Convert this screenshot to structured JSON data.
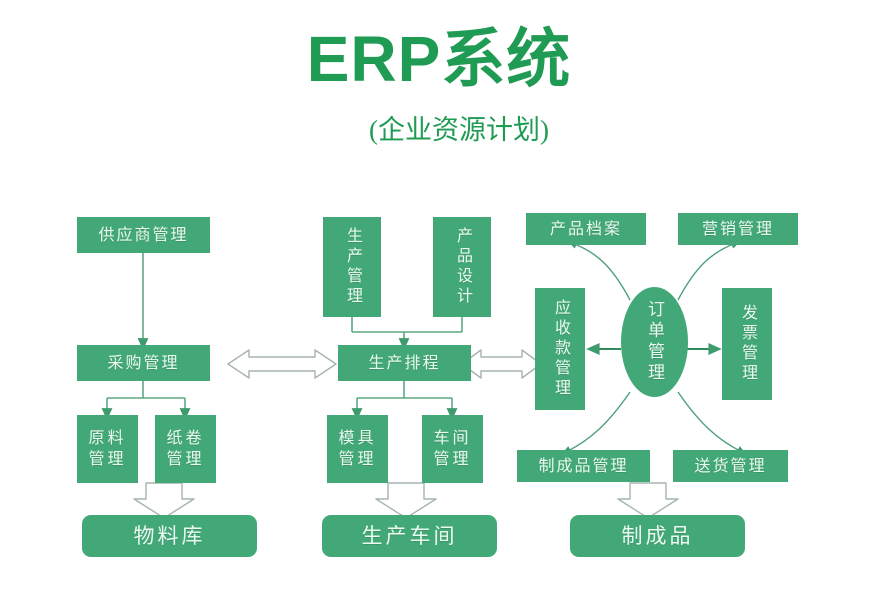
{
  "header": {
    "title": "ERP系统",
    "subtitle": "(企业资源计划)"
  },
  "theme": {
    "box_fill": "#43a877",
    "box_text": "#eafaf1",
    "title_color": "#1f9b53",
    "connector_color": "#5aa980",
    "hollow_arrow_stroke": "#9aa9a5",
    "background": "#ffffff"
  },
  "diagram": {
    "type": "flowchart",
    "columns": [
      {
        "name": "procurement",
        "nodes": [
          "供应商管理",
          "采购管理",
          "原料管理",
          "纸卷管理",
          "物料库"
        ]
      },
      {
        "name": "production",
        "nodes": [
          "生产管理",
          "产品设计",
          "生产排程",
          "模具管理",
          "车间管理",
          "生产车间"
        ]
      },
      {
        "name": "sales",
        "nodes": [
          "产品档案",
          "营销管理",
          "应收款管理",
          "订单管理",
          "发票管理",
          "制成品管理",
          "送货管理",
          "制成品"
        ]
      }
    ],
    "nodes": {
      "supplier_mgmt": "供应商管理",
      "purchase_mgmt": "采购管理",
      "material_mgmt": {
        "line1": "原料",
        "line2": "管理"
      },
      "paper_roll_mgmt": {
        "line1": "纸卷",
        "line2": "管理"
      },
      "material_warehouse": "物料库",
      "production_mgmt": "生产管理",
      "product_design": "产品设计",
      "production_schedule": "生产排程",
      "mold_mgmt": {
        "line1": "模具",
        "line2": "管理"
      },
      "workshop_mgmt": {
        "line1": "车间",
        "line2": "管理"
      },
      "production_workshop": "生产车间",
      "product_archive": "产品档案",
      "marketing_mgmt": "营销管理",
      "receivables_mgmt": "应收款管理",
      "order_mgmt": "订单管理",
      "invoice_mgmt": "发票管理",
      "finished_goods_mgmt": "制成品管理",
      "delivery_mgmt": "送货管理",
      "finished_goods": "制成品"
    },
    "edges": [
      {
        "from": "供应商管理",
        "to": "采购管理",
        "style": "solid-arrow"
      },
      {
        "from": "采购管理",
        "to": "原料管理",
        "style": "solid-arrow"
      },
      {
        "from": "采购管理",
        "to": "纸卷管理",
        "style": "solid-arrow"
      },
      {
        "from": "原料管理/纸卷管理",
        "to": "物料库",
        "style": "hollow-arrow"
      },
      {
        "from": "生产管理",
        "to": "生产排程",
        "style": "solid-arrow"
      },
      {
        "from": "产品设计",
        "to": "生产排程",
        "style": "solid-arrow"
      },
      {
        "from": "生产排程",
        "to": "模具管理",
        "style": "solid-arrow"
      },
      {
        "from": "生产排程",
        "to": "车间管理",
        "style": "solid-arrow"
      },
      {
        "from": "模具管理/车间管理",
        "to": "生产车间",
        "style": "hollow-arrow"
      },
      {
        "from": "采购管理",
        "to": "生产排程",
        "style": "hollow-double-arrow"
      },
      {
        "from": "生产排程",
        "to": "应收款管理",
        "style": "hollow-double-arrow"
      },
      {
        "from": "订单管理",
        "to": "应收款管理",
        "style": "solid-arrow"
      },
      {
        "from": "订单管理",
        "to": "发票管理",
        "style": "solid-arrow"
      },
      {
        "from": "订单管理",
        "to": "产品档案",
        "style": "curved-arrow"
      },
      {
        "from": "订单管理",
        "to": "营销管理",
        "style": "curved-arrow"
      },
      {
        "from": "订单管理",
        "to": "制成品管理",
        "style": "curved-arrow"
      },
      {
        "from": "订单管理",
        "to": "送货管理",
        "style": "curved-arrow"
      },
      {
        "from": "制成品管理",
        "to": "制成品",
        "style": "hollow-arrow"
      }
    ]
  }
}
